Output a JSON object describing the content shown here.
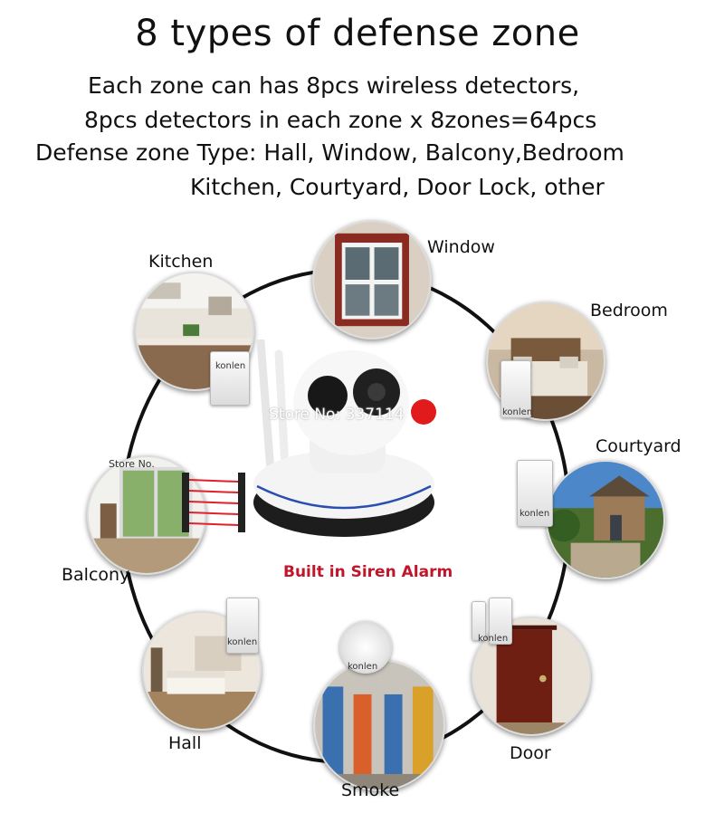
{
  "header": {
    "title": "8 types of defense zone",
    "line1": "Each zone can has 8pcs wireless detectors,",
    "line2": "8pcs detectors in each zone x 8zones=64pcs",
    "line3": "Defense zone Type: Hall, Window, Balcony,Bedroom",
    "line4": "Kitchen, Courtyard, Door Lock, other"
  },
  "zones": {
    "window": "Window",
    "kitchen": "Kitchen",
    "bedroom": "Bedroom",
    "courtyard": "Courtyard",
    "balcony": "Balcony",
    "hall": "Hall",
    "door": "Door",
    "smoke": "Smoke"
  },
  "center": {
    "store_watermark": "Store No: 337114",
    "siren_label": "Built in Siren Alarm",
    "store_small": "Store No."
  },
  "brand": "konlen"
}
